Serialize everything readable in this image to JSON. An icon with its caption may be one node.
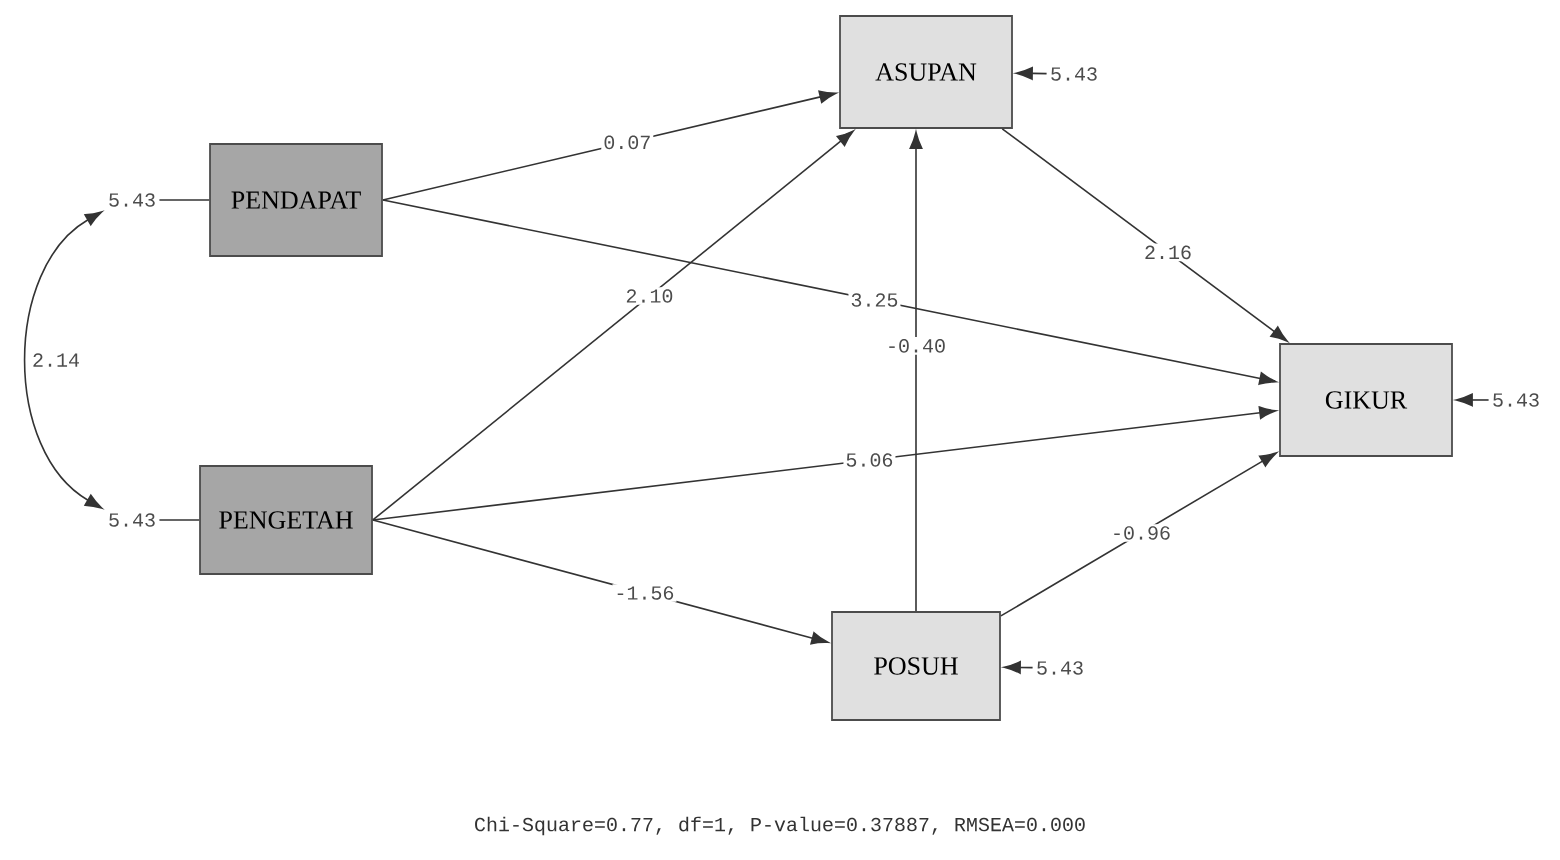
{
  "diagram": {
    "caption": "Chi-Square=0.77, df=1, P-value=0.37887, RMSEA=0.000",
    "nodes": [
      {
        "text": [
          "ASUPAN"
        ]
      },
      {
        "text": [
          "PENDAPAT"
        ]
      },
      {
        "text": [
          "GIKUR"
        ]
      },
      {
        "text": [
          "PENGETAH"
        ]
      },
      {
        "text": [
          "POSUH"
        ]
      },
      {
        "text": [
          "5.43"
        ]
      },
      {
        "text": [
          "5.43"
        ]
      },
      {
        "text": [
          "5.43"
        ]
      },
      {
        "text": [
          "5.43"
        ]
      },
      {
        "text": [
          "5.43"
        ]
      }
    ],
    "edges": [
      {
        "from": 1,
        "to": 0,
        "arrow": "to",
        "label": "0.07"
      },
      {
        "from": 1,
        "to": 2,
        "arrow": "to",
        "label": "3.25"
      },
      {
        "from": 3,
        "to": 0,
        "arrow": "to",
        "label": "2.10"
      },
      {
        "from": 3,
        "to": 2,
        "arrow": "to",
        "label": "5.06"
      },
      {
        "from": 3,
        "to": 4,
        "arrow": "to",
        "label": "-1.56"
      },
      {
        "from": 4,
        "to": 0,
        "arrow": "to",
        "label": "-0.40"
      },
      {
        "from": 0,
        "to": 2,
        "arrow": "to",
        "label": "2.16"
      },
      {
        "from": 4,
        "to": 2,
        "arrow": "to",
        "label": "-0.96"
      },
      {
        "from": 5,
        "to": 0,
        "arrow": "to"
      },
      {
        "from": 6,
        "to": 1,
        "arrow": "none"
      },
      {
        "from": 7,
        "to": 2,
        "arrow": "to"
      },
      {
        "from": 8,
        "to": 3,
        "arrow": "none"
      },
      {
        "from": 9,
        "to": 4,
        "arrow": "to"
      },
      {
        "from": 6,
        "to": 8,
        "arrow": "both",
        "label": "2.14"
      }
    ]
  }
}
